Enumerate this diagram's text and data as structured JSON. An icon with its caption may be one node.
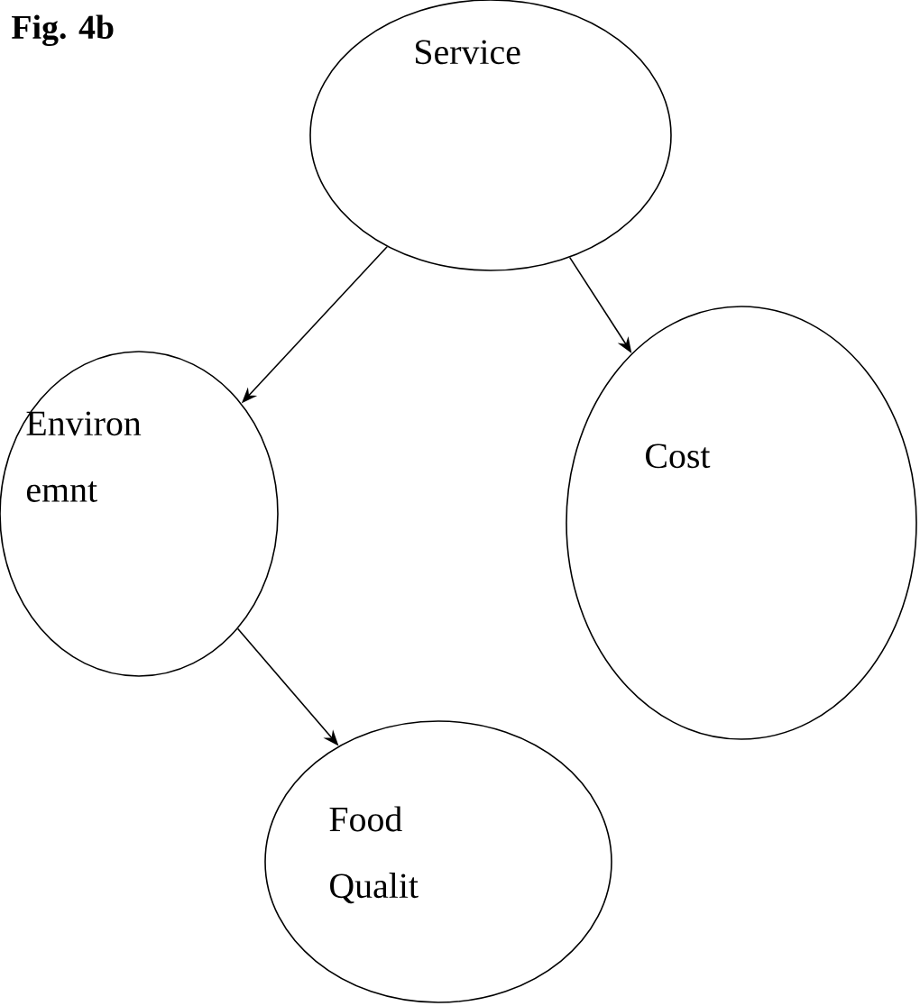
{
  "diagram": {
    "title": "Fig. 4b",
    "nodes": [
      {
        "text": [
          "Service"
        ]
      },
      {
        "text": [
          "Environ emnt"
        ]
      },
      {
        "text": [
          "Cost"
        ]
      },
      {
        "text": [
          "Food Qualit"
        ]
      }
    ],
    "edges": [
      {
        "from": 0,
        "to": 1,
        "arrow": "to"
      },
      {
        "from": 0,
        "to": 2,
        "arrow": "to"
      },
      {
        "from": 1,
        "to": 3,
        "arrow": "to"
      }
    ]
  }
}
